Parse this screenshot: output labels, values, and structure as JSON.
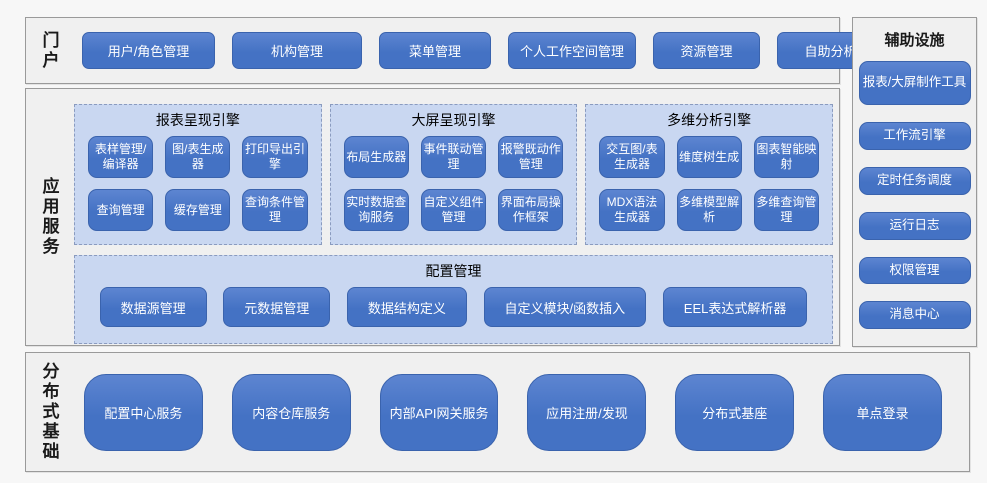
{
  "colors": {
    "accent_blue": "#4472c4",
    "panel_blue": "#c9d7f1",
    "section_bg": "#f0f0f0",
    "border_gray": "#9a9a9a"
  },
  "sections": {
    "portal": {
      "label": "门户",
      "buttons": [
        "用户/角色管理",
        "机构管理",
        "菜单管理",
        "个人工作空间管理",
        "资源管理",
        "自助分析"
      ]
    },
    "app_services": {
      "label": "应用服务",
      "engines": [
        {
          "title": "报表呈现引擎",
          "buttons": [
            "表样管理/编译器",
            "图/表生成器",
            "打印导出引擎",
            "查询管理",
            "缓存管理",
            "查询条件管理"
          ]
        },
        {
          "title": "大屏呈现引擎",
          "buttons": [
            "布局生成器",
            "事件联动管理",
            "报警既动作管理",
            "实时数据查询服务",
            "自定义组件管理",
            "界面布局操作框架"
          ]
        },
        {
          "title": "多维分析引擎",
          "buttons": [
            "交互图/表生成器",
            "维度树生成",
            "图表智能映射",
            "MDX语法生成器",
            "多维模型解析",
            "多维查询管理"
          ]
        }
      ],
      "config": {
        "title": "配置管理",
        "buttons": [
          "数据源管理",
          "元数据管理",
          "数据结构定义",
          "自定义模块/函数插入",
          "EEL表达式解析器"
        ]
      }
    },
    "distributed": {
      "label": "分布式基础",
      "buttons": [
        "配置中心服务",
        "内容仓库服务",
        "内部API网关服务",
        "应用注册/发现",
        "分布式基座",
        "单点登录"
      ]
    },
    "auxiliary": {
      "title": "辅助设施",
      "buttons": [
        "报表/大屏制作工具",
        "工作流引擎",
        "定时任务调度",
        "运行日志",
        "权限管理",
        "消息中心"
      ]
    }
  }
}
